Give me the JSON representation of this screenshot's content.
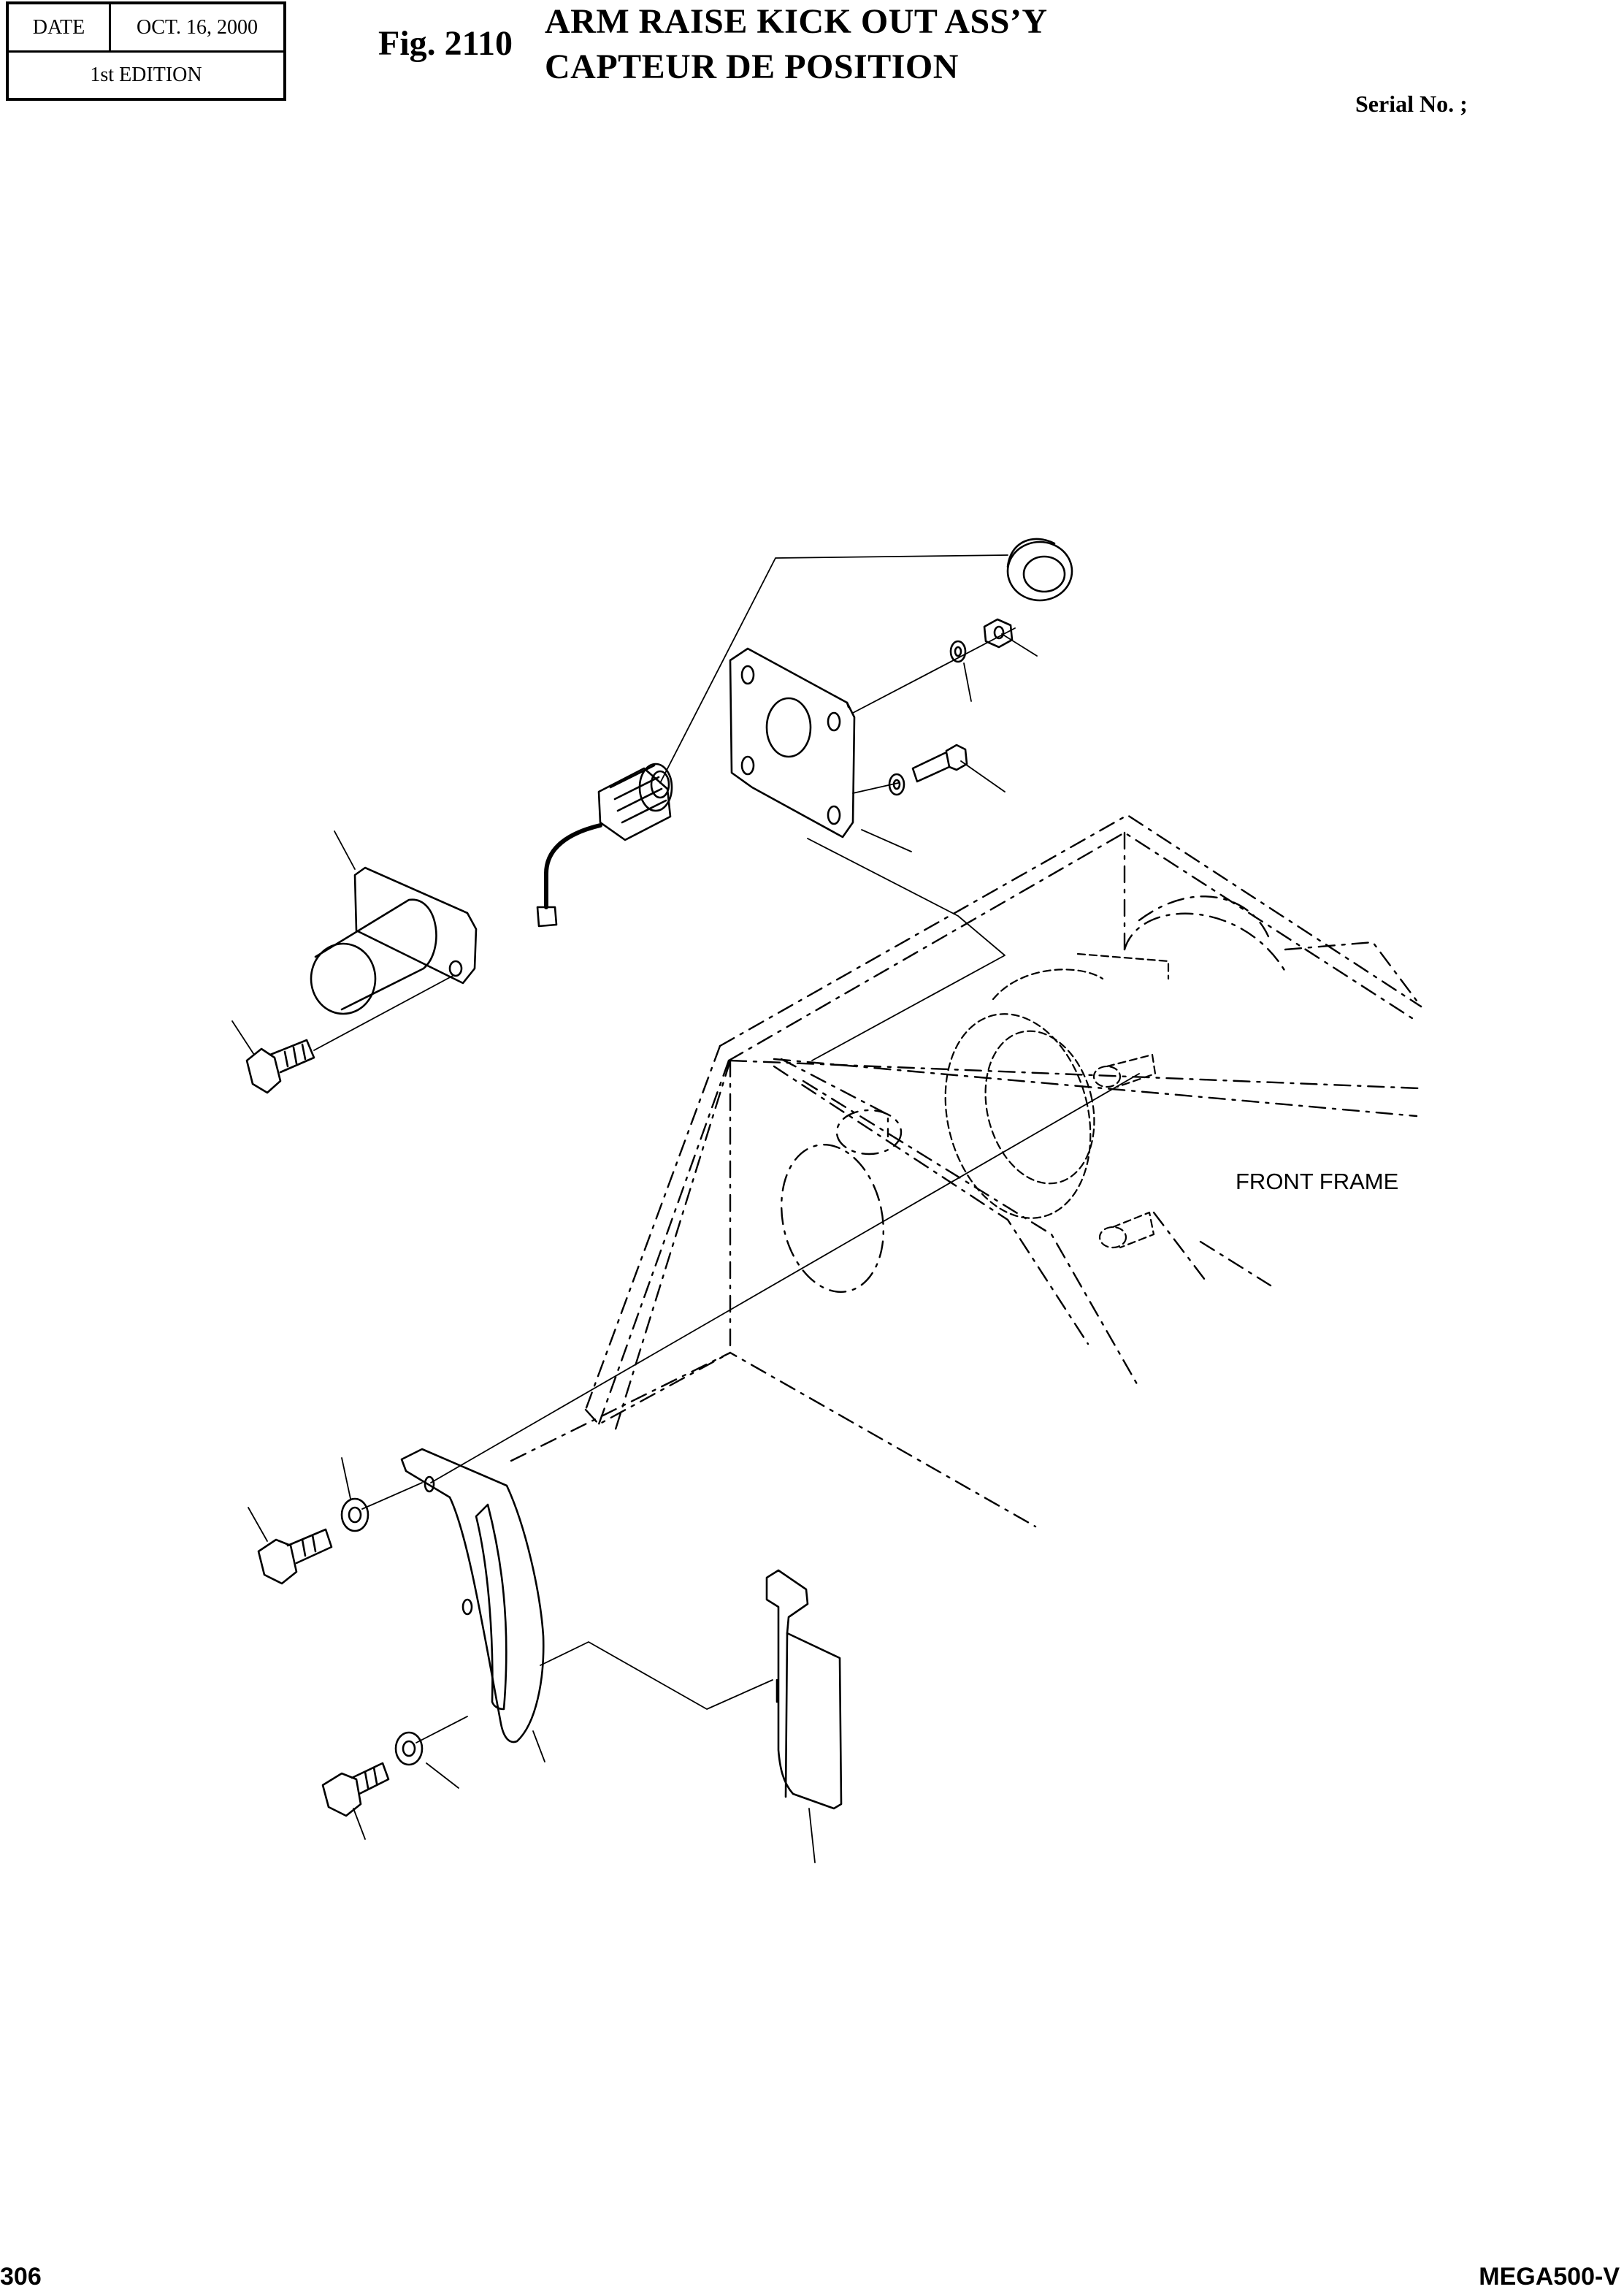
{
  "header": {
    "date_label": "DATE",
    "date_value": "OCT. 16, 2000",
    "edition": "1st EDITION",
    "fig_number": "Fig. 2110",
    "title_en": "ARM RAISE KICK OUT ASS’Y",
    "title_fr": "CAPTEUR DE POSITION",
    "serial": "Serial No. ;"
  },
  "diagram": {
    "frame_label": "FRONT FRAME"
  },
  "footer": {
    "page_number": "306",
    "model": "MEGA500-V"
  }
}
